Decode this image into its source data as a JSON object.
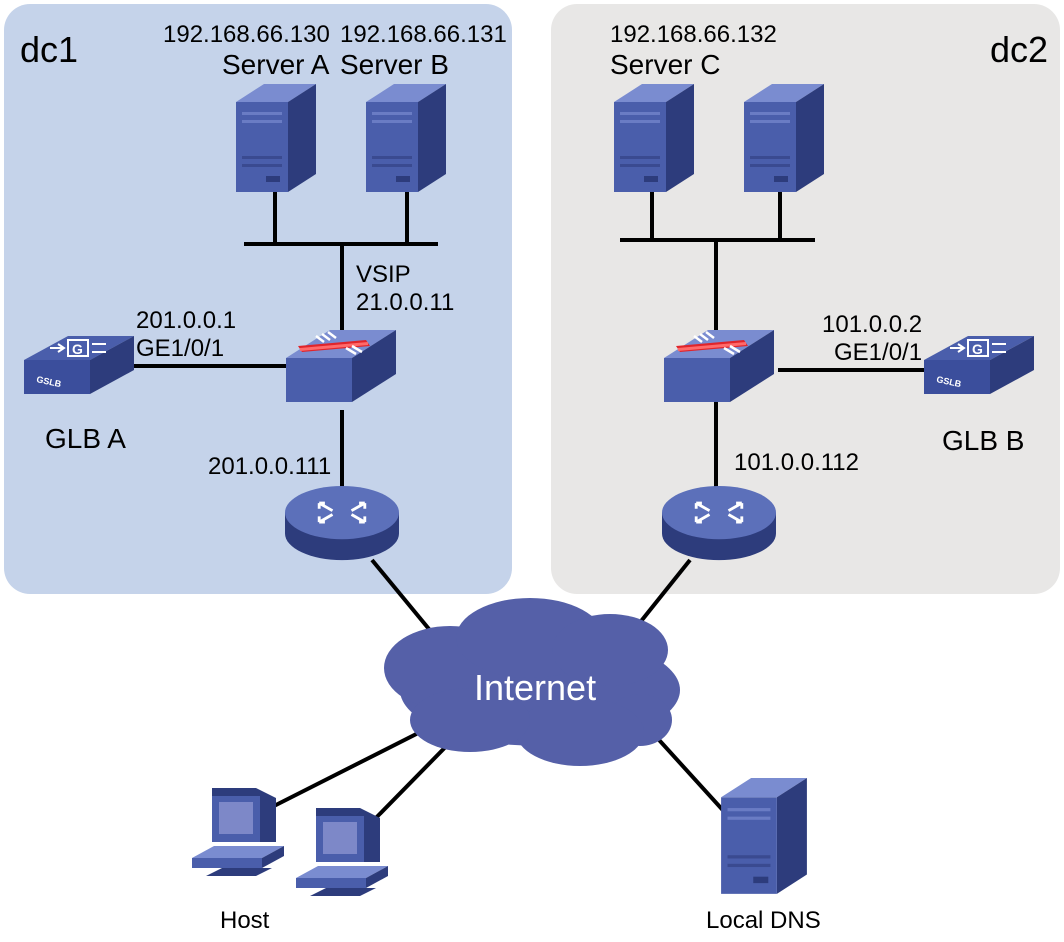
{
  "colors": {
    "dc1_bg": "#c5d3ea",
    "dc2_bg": "#e8e7e6",
    "device_blue": "#4a5eab",
    "device_dark": "#2d3c7c",
    "device_light": "#7a8cd0",
    "cloud": "#5560a8",
    "firewall_red": "#e0252b",
    "line": "#000000"
  },
  "zones": {
    "dc1": {
      "label": "dc1"
    },
    "dc2": {
      "label": "dc2"
    }
  },
  "servers": {
    "a": {
      "ip": "192.168.66.130",
      "name": "Server A"
    },
    "b": {
      "ip": "192.168.66.131",
      "name": "Server B"
    },
    "c": {
      "ip": "192.168.66.132",
      "name": "Server C"
    }
  },
  "dc1": {
    "vsip_label": "VSIP",
    "vsip_ip": "21.0.0.11",
    "glb_ip": "201.0.0.1",
    "glb_port": "GE1/0/1",
    "glb_name": "GLB A",
    "router_ip": "201.0.0.111"
  },
  "dc2": {
    "glb_ip": "101.0.0.2",
    "glb_port": "GE1/0/1",
    "glb_name": "GLB B",
    "router_ip": "101.0.0.112"
  },
  "internet": {
    "label": "Internet"
  },
  "host": {
    "label": "Host"
  },
  "dns": {
    "label": "Local DNS"
  },
  "icons": [
    "server-icon",
    "lb-firewall-icon",
    "gslb-icon",
    "router-icon",
    "cloud-icon",
    "pc-icon"
  ]
}
